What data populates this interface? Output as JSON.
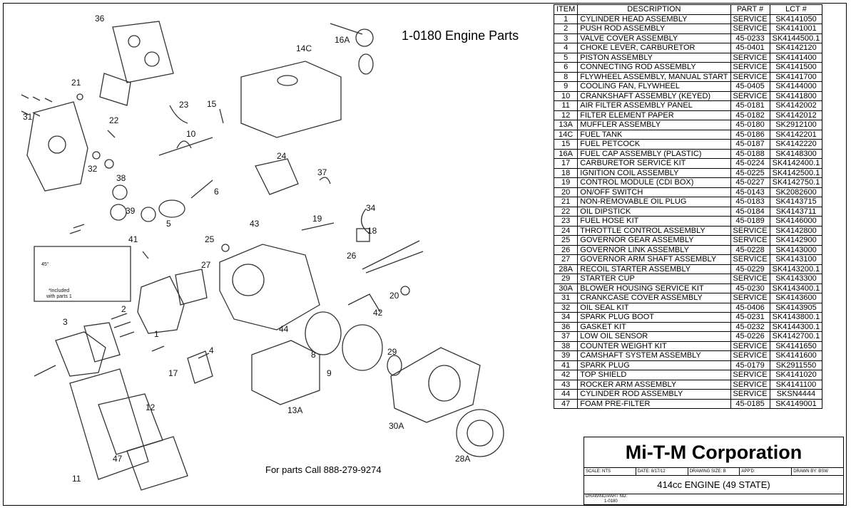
{
  "document": {
    "title": "1-0180 Engine Parts",
    "call_text": "For parts Call 888-279-9274"
  },
  "table": {
    "headers": [
      "ITEM",
      "DESCRIPTION",
      "PART #",
      "LCT #"
    ],
    "rows": [
      [
        "1",
        "CYLINDER HEAD ASSEMBLY",
        "SERVICE",
        "SK4141050"
      ],
      [
        "2",
        "PUSH ROD ASSEMBLY",
        "SERVICE",
        "SK4141001"
      ],
      [
        "3",
        "VALVE COVER ASSEMBLY",
        "45-0233",
        "SK4144500.1"
      ],
      [
        "4",
        "CHOKE LEVER, CARBURETOR",
        "45-0401",
        "SK4142120"
      ],
      [
        "5",
        "PISTON ASSEMBLY",
        "SERVICE",
        "SK4141400"
      ],
      [
        "6",
        "CONNECTING ROD ASSEMBLY",
        "SERVICE",
        "SK4141500"
      ],
      [
        "8",
        "FLYWHEEL ASSEMBLY, MANUAL START",
        "SERVICE",
        "SK4141700"
      ],
      [
        "9",
        "COOLING FAN, FLYWHEEL",
        "45-0405",
        "SK4144000"
      ],
      [
        "10",
        "CRANKSHAFT ASSEMBLY (KEYED)",
        "SERVICE",
        "SK4141800"
      ],
      [
        "11",
        "AIR FILTER ASSEMBLY PANEL",
        "45-0181",
        "SK4142002"
      ],
      [
        "12",
        "FILTER ELEMENT PAPER",
        "45-0182",
        "SK4142012"
      ],
      [
        "13A",
        "MUFFLER ASSEMBLY",
        "45-0180",
        "SK2912100"
      ],
      [
        "14C",
        "FUEL TANK",
        "45-0186",
        "SK4142201"
      ],
      [
        "15",
        "FUEL PETCOCK",
        "45-0187",
        "SK4142220"
      ],
      [
        "16A",
        "FUEL CAP ASSEMBLY (PLASTIC)",
        "45-0188",
        "SK4148300"
      ],
      [
        "17",
        "CARBURETOR SERVICE KIT",
        "45-0224",
        "SK4142400.1"
      ],
      [
        "18",
        "IGNITION COIL ASSEMBLY",
        "45-0225",
        "SK4142500.1"
      ],
      [
        "19",
        "CONTROL MODULE (CDI BOX)",
        "45-0227",
        "SK4142750.1"
      ],
      [
        "20",
        "ON/OFF SWITCH",
        "45-0143",
        "SK2082600"
      ],
      [
        "21",
        "NON-REMOVABLE OIL PLUG",
        "45-0183",
        "SK4143715"
      ],
      [
        "22",
        "OIL DIPSTICK",
        "45-0184",
        "SK4143711"
      ],
      [
        "23",
        "FUEL HOSE KIT",
        "45-0189",
        "SK4146000"
      ],
      [
        "24",
        "THROTTLE CONTROL ASSEMBLY",
        "SERVICE",
        "SK4142800"
      ],
      [
        "25",
        "GOVERNOR GEAR ASSEMBLY",
        "SERVICE",
        "SK4142900"
      ],
      [
        "26",
        "GOVERNOR LINK ASSEMBLY",
        "45-0228",
        "SK4143000"
      ],
      [
        "27",
        "GOVERNOR ARM SHAFT ASSEMBLY",
        "SERVICE",
        "SK4143100"
      ],
      [
        "28A",
        "RECOIL STARTER ASSEMBLY",
        "45-0229",
        "SK4143200.1"
      ],
      [
        "29",
        "STARTER CUP",
        "SERVICE",
        "SK4143300"
      ],
      [
        "30A",
        "BLOWER HOUSING SERVICE KIT",
        "45-0230",
        "SK4143400.1"
      ],
      [
        "31",
        "CRANKCASE COVER ASSEMBLY",
        "SERVICE",
        "SK4143600"
      ],
      [
        "32",
        "OIL SEAL KIT",
        "45-0406",
        "SK4143905"
      ],
      [
        "34",
        "SPARK PLUG BOOT",
        "45-0231",
        "SK4143800.1"
      ],
      [
        "36",
        "GASKET KIT",
        "45-0232",
        "SK4144300.1"
      ],
      [
        "37",
        "LOW OIL SENSOR",
        "45-0226",
        "SK4142700.1"
      ],
      [
        "38",
        "COUNTER WEIGHT KIT",
        "SERVICE",
        "SK4141650"
      ],
      [
        "39",
        "CAMSHAFT SYSTEM ASSEMBLY",
        "SERVICE",
        "SK4141600"
      ],
      [
        "41",
        "SPARK PLUG",
        "45-0179",
        "SK2911550"
      ],
      [
        "42",
        "TOP SHIELD",
        "SERVICE",
        "SK4141020"
      ],
      [
        "43",
        "ROCKER ARM ASSEMBLY",
        "SERVICE",
        "SK4141100"
      ],
      [
        "44",
        "CYLINDER ROD ASSEMBLY",
        "SERVICE",
        "SKSN4444"
      ],
      [
        "47",
        "FOAM PRE-FILTER",
        "45-0185",
        "SK4149001"
      ]
    ]
  },
  "title_block": {
    "company": "Mi-T-M Corporation",
    "scale": "SCALE: NTS",
    "date": "DATE: 8/17/12",
    "drawing_size": "DRAWING SIZE:   B",
    "appd": "APP'D:",
    "drawn_by": "DRAWN BY: BSW",
    "description": "414cc ENGINE (49 STATE)",
    "drawing_part_label": "DRAWING/PART NO:",
    "drawing_part_no": "1-0180"
  },
  "diagram": {
    "callouts": [
      "36",
      "21",
      "31",
      "22",
      "32",
      "38",
      "39",
      "23",
      "15",
      "10",
      "16A",
      "14C",
      "24",
      "37",
      "6",
      "5",
      "41",
      "25",
      "27",
      "19",
      "34",
      "18",
      "26",
      "20",
      "42",
      "43",
      "3",
      "1",
      "2",
      "4",
      "17",
      "44",
      "8",
      "29",
      "9",
      "13A",
      "30A",
      "12",
      "47",
      "11",
      "28A"
    ],
    "inset_text": [
      "*Included",
      "with parts 1"
    ],
    "inset_angle": "45°"
  }
}
